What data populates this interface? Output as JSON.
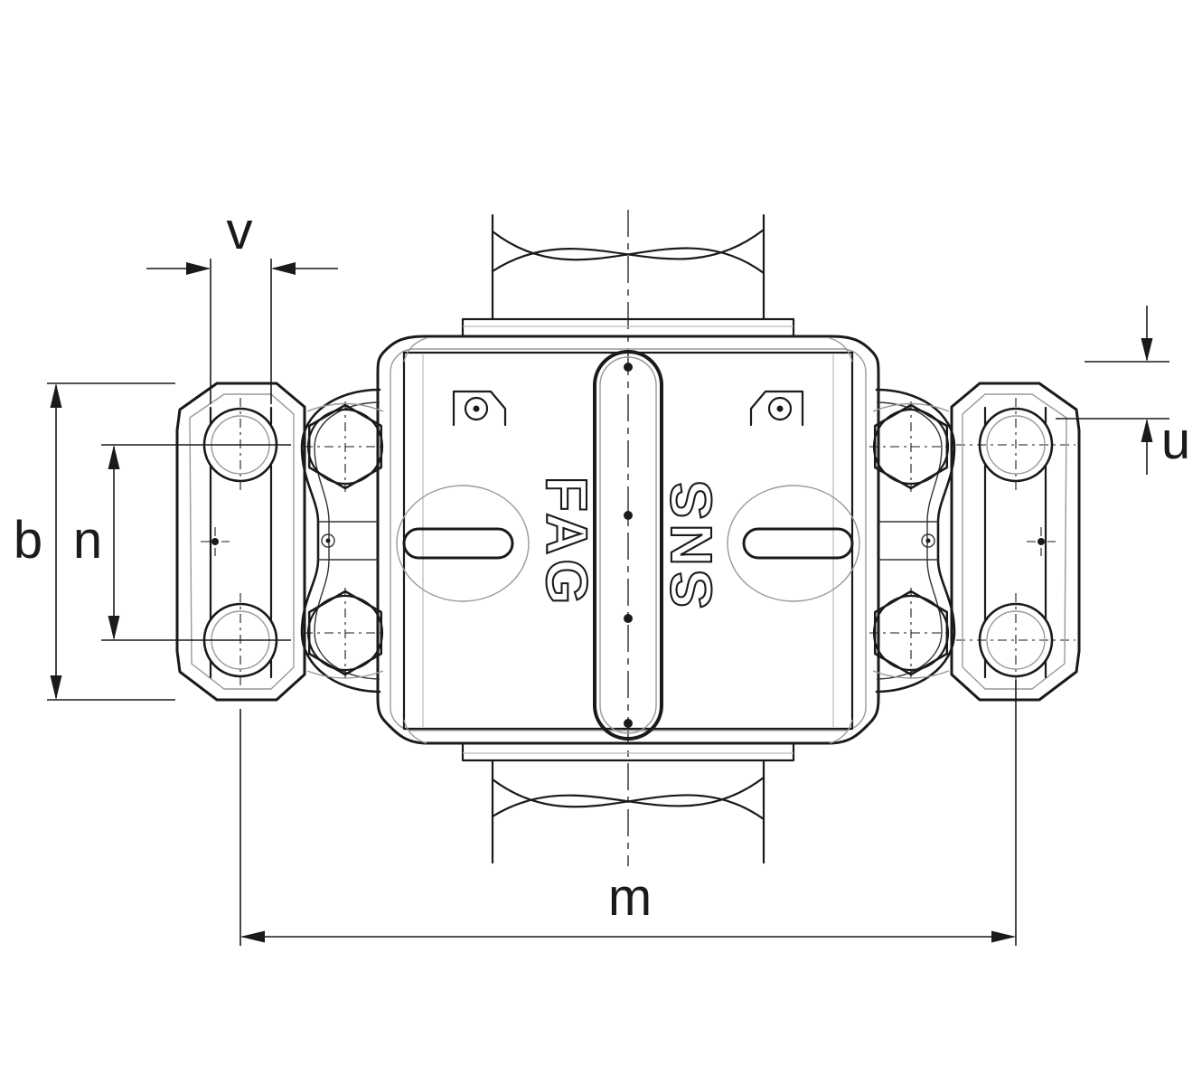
{
  "drawing": {
    "type": "technical-drawing",
    "subject": "Split plummer block housing, plan view",
    "line_color": "#1a1a1a",
    "background": "#ffffff"
  },
  "branding": {
    "logo": "FAG",
    "series": "SNS"
  },
  "dimension_labels": {
    "v": "v",
    "b": "b",
    "n": "n",
    "u": "u",
    "m": "m"
  }
}
